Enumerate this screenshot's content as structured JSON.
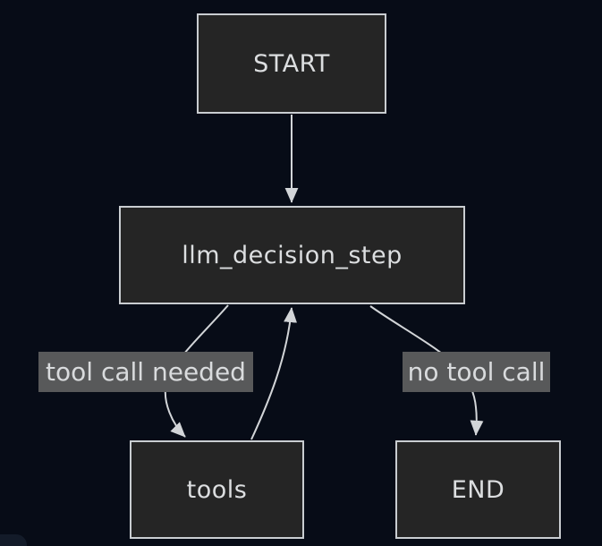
{
  "diagram": {
    "type": "state-graph",
    "nodes": [
      {
        "id": "start",
        "label": "START"
      },
      {
        "id": "llm_decision_step",
        "label": "llm_decision_step"
      },
      {
        "id": "tools",
        "label": "tools"
      },
      {
        "id": "end",
        "label": "END"
      }
    ],
    "edges": [
      {
        "from": "START",
        "to": "llm_decision_step",
        "label": ""
      },
      {
        "from": "llm_decision_step",
        "to": "tools",
        "label": "tool call needed"
      },
      {
        "from": "tools",
        "to": "llm_decision_step",
        "label": ""
      },
      {
        "from": "llm_decision_step",
        "to": "END",
        "label": "no tool call"
      }
    ],
    "colors": {
      "background": "#070c17",
      "node_fill": "#252525",
      "node_border": "#c9cdd1",
      "node_text": "#dcdee0",
      "edge_stroke": "#d2d5d8",
      "edge_label_bg": "#58595a",
      "edge_label_text": "#d9dbdd"
    }
  }
}
